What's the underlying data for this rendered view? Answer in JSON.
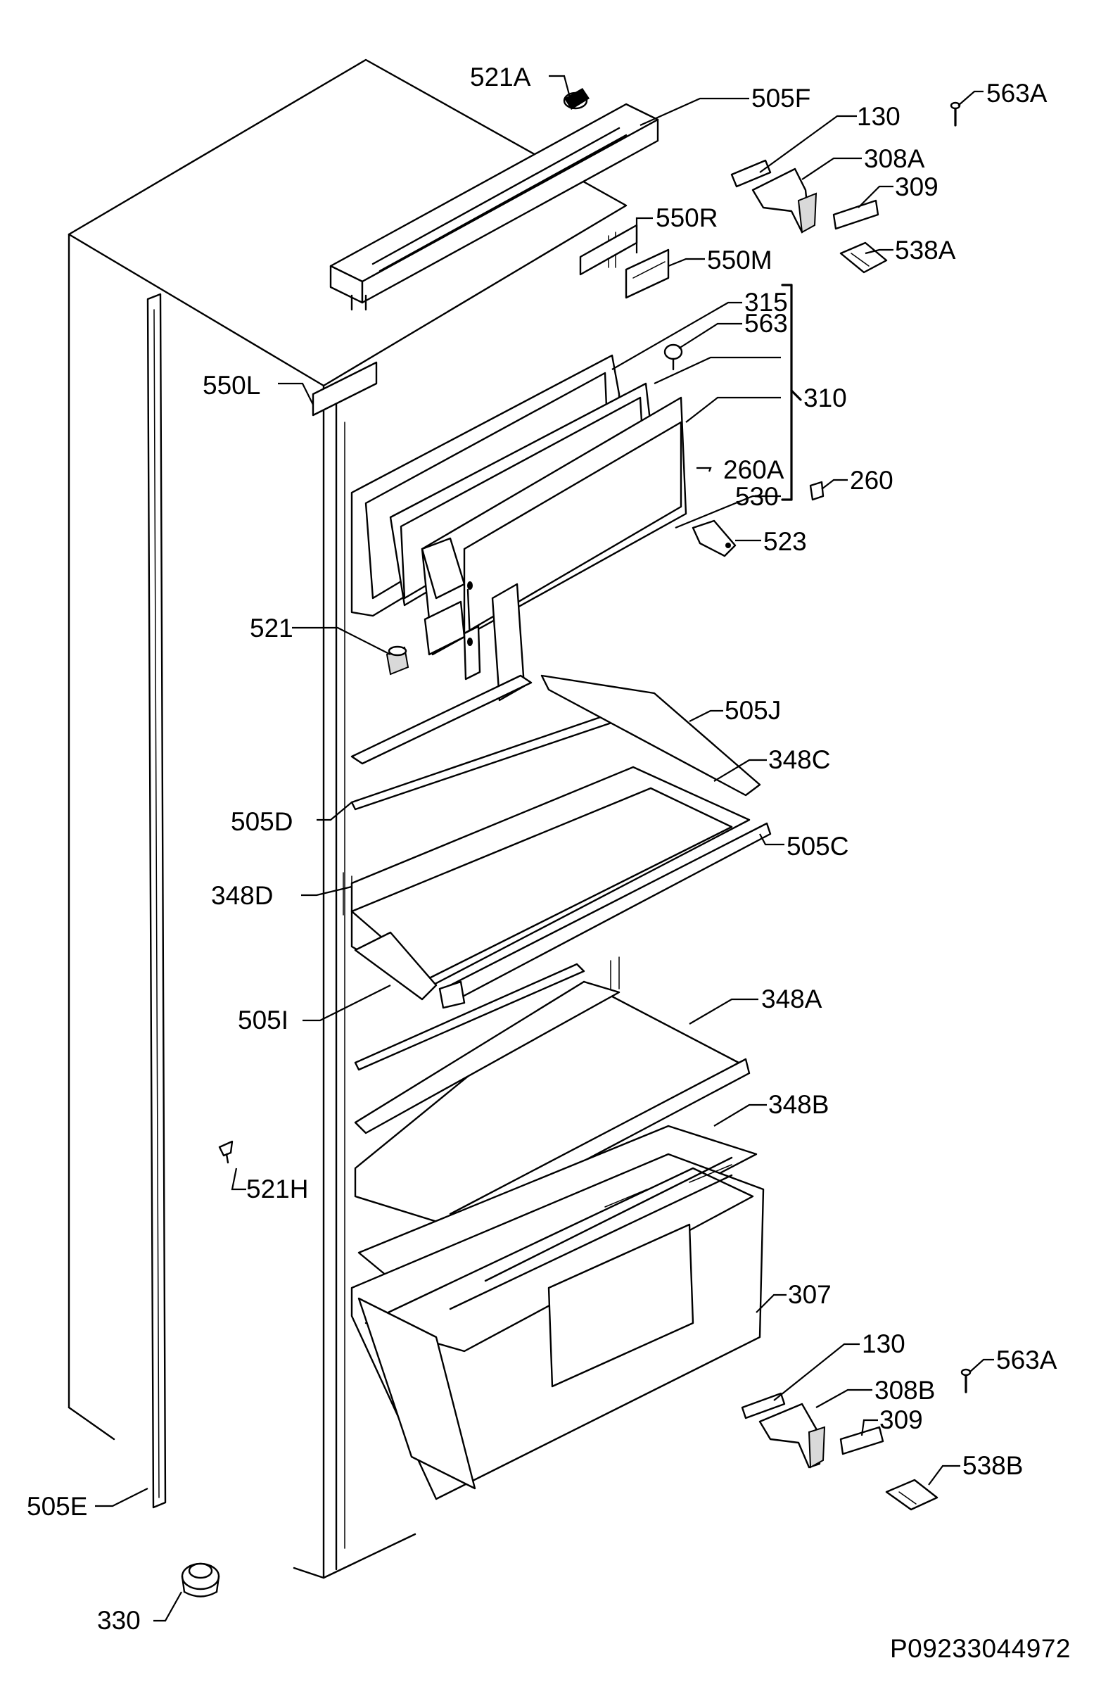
{
  "diagram": {
    "drawing_code": "P09233044972",
    "labels": {
      "l521A_top": "521A",
      "l505F": "505F",
      "l563A_top": "563A",
      "l130_top": "130",
      "l308A": "308A",
      "l309_top": "309",
      "l550R": "550R",
      "l538A": "538A",
      "l550M": "550M",
      "l315": "315",
      "l563": "563",
      "l550L": "550L",
      "l310": "310",
      "l260A": "260A",
      "l260": "260",
      "l530": "530",
      "l523": "523",
      "l521": "521",
      "l505J": "505J",
      "l348C": "348C",
      "l505D": "505D",
      "l505C": "505C",
      "l348D": "348D",
      "l505I": "505I",
      "l348A": "348A",
      "l348B": "348B",
      "l521H": "521H",
      "l307": "307",
      "l130_bot": "130",
      "l563A_bot": "563A",
      "l308B": "308B",
      "l309_bot": "309",
      "l538B": "538B",
      "l505E": "505E",
      "l330": "330"
    }
  }
}
